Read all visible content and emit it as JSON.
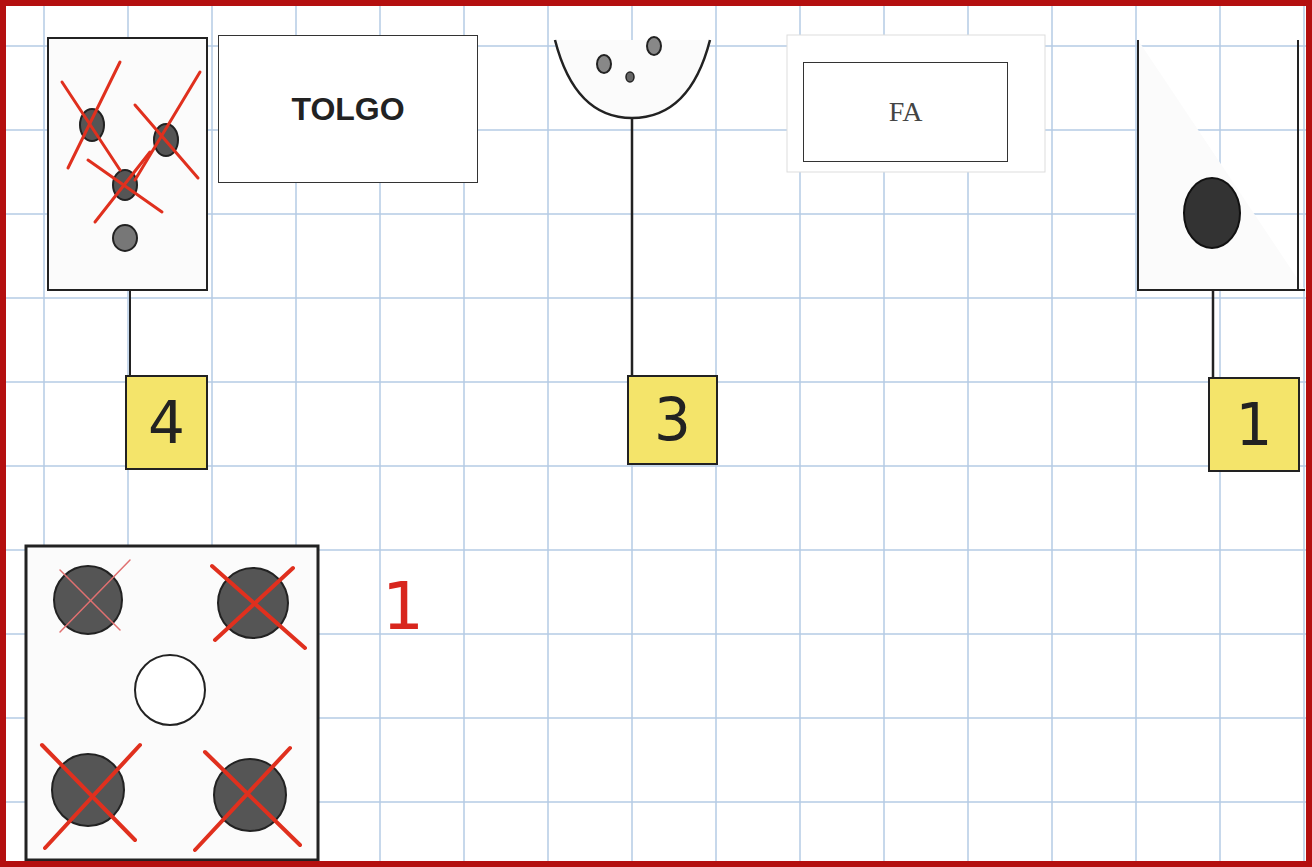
{
  "diagram": {
    "nodes": [
      {
        "text": [
          "TOLGO"
        ]
      },
      {
        "text": [
          "FA"
        ]
      },
      {
        "text": [
          "4"
        ]
      },
      {
        "text": [
          "3"
        ]
      },
      {
        "text": [
          "1"
        ]
      }
    ],
    "labels": [
      "1"
    ]
  }
}
